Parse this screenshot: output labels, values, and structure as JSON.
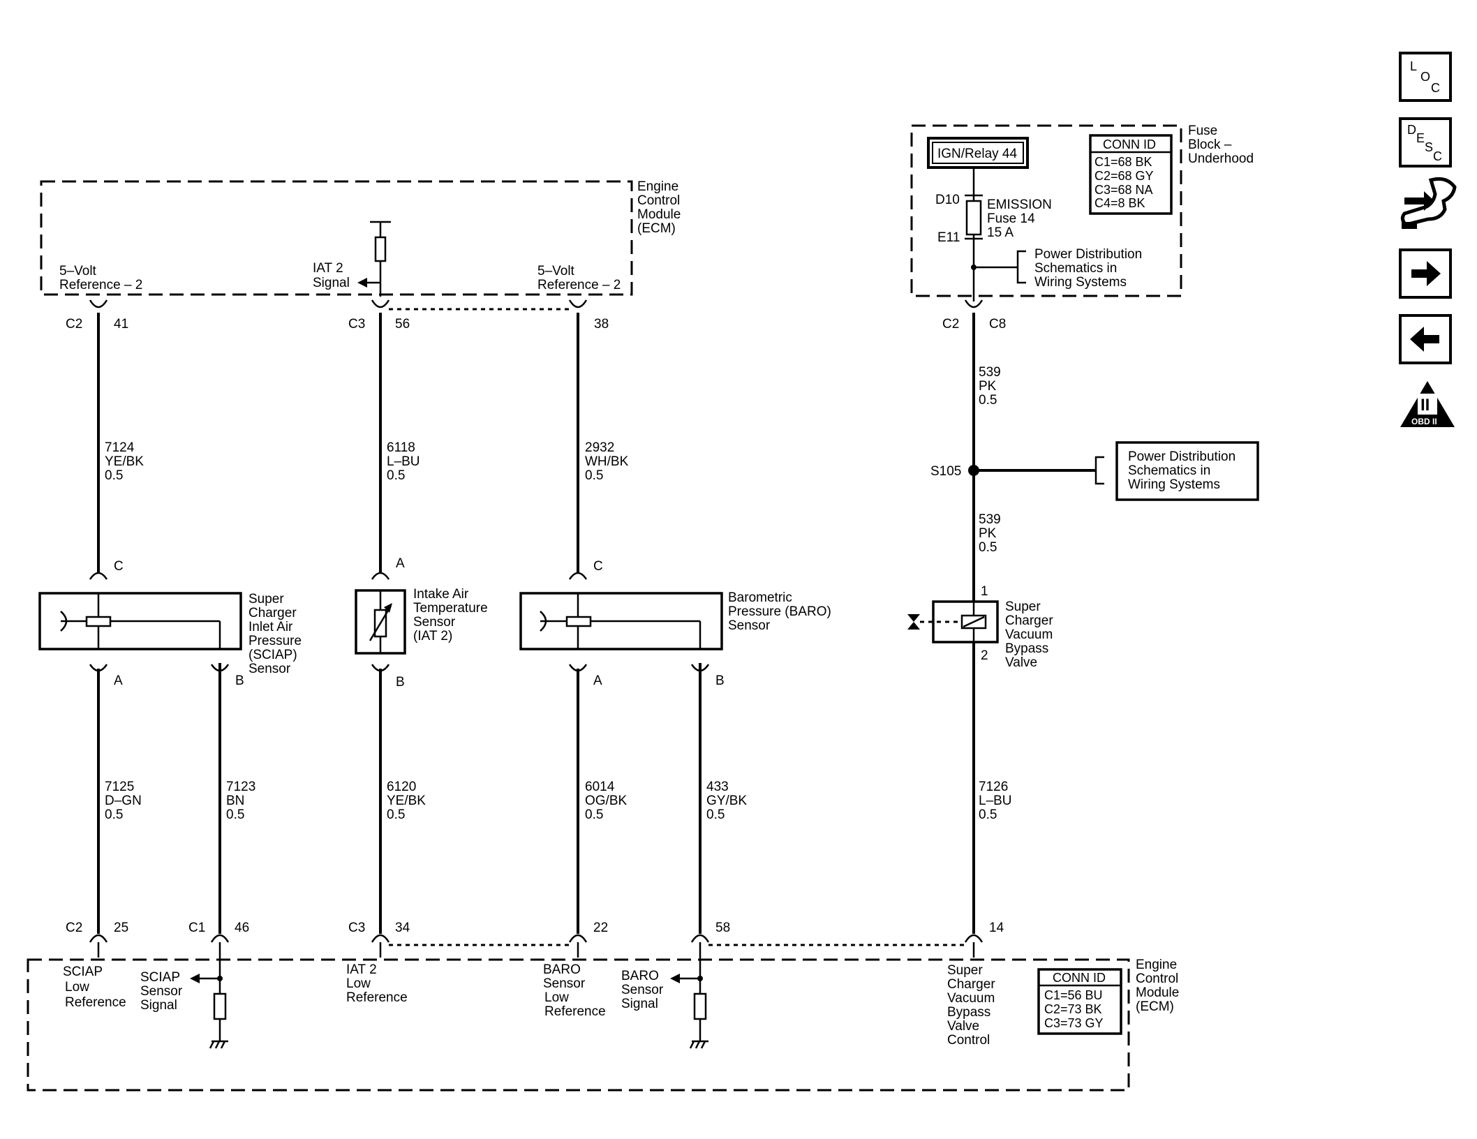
{
  "ecm_top": {
    "title": [
      "Engine",
      "Control",
      "Module",
      "(ECM)"
    ]
  },
  "ecm_bottom": {
    "title": [
      "Engine",
      "Control",
      "Module",
      "(ECM)"
    ]
  },
  "fuse_block": {
    "title": [
      "Fuse",
      "Block –",
      "Underhood"
    ]
  },
  "ign_relay": "IGN/Relay 44",
  "conn_id_top": {
    "header": "CONN ID",
    "rows": [
      "C1=68 BK",
      "C2=68 GY",
      "C3=68 NA",
      "C4=8 BK"
    ]
  },
  "conn_id_bottom": {
    "header": "CONN ID",
    "rows": [
      "C1=56 BU",
      "C2=73 BK",
      "C3=73 GY"
    ]
  },
  "fuse": {
    "pin_top": "D10",
    "pin_bottom": "E11",
    "label": [
      "EMISSION",
      "Fuse 14",
      "15 A"
    ]
  },
  "power_dist_upper": [
    "Power Distribution",
    "Schematics in",
    "Wiring Systems"
  ],
  "power_dist_lower": [
    "Power Distribution",
    "Schematics in",
    "Wiring Systems"
  ],
  "splice": "S105",
  "top_labels": {
    "ref1": [
      "5–Volt",
      "Reference – 2"
    ],
    "iat2_signal": [
      "IAT 2",
      "Signal"
    ],
    "ref2": [
      "5–Volt",
      "Reference – 2"
    ]
  },
  "top_pins": [
    {
      "conn": "C2",
      "pin": "41"
    },
    {
      "conn": "C3",
      "pin": "56"
    },
    {
      "conn": "",
      "pin": "38"
    },
    {
      "conn": "C2",
      "pin": "C8"
    }
  ],
  "top_wires": [
    {
      "circuit": "7124",
      "color": "YE/BK",
      "gauge": "0.5"
    },
    {
      "circuit": "6118",
      "color": "L–BU",
      "gauge": "0.5"
    },
    {
      "circuit": "2932",
      "color": "WH/BK",
      "gauge": "0.5"
    },
    {
      "circuit": "539",
      "color": "PK",
      "gauge": "0.5"
    },
    {
      "circuit": "539",
      "color": "PK",
      "gauge": "0.5"
    }
  ],
  "components": {
    "sciap": [
      "Super",
      "Charger",
      "Inlet Air",
      "Pressure",
      "(SCIAP)",
      "Sensor"
    ],
    "iat2": [
      "Intake Air",
      "Temperature",
      "Sensor",
      "(IAT 2)"
    ],
    "baro": [
      "Barometric",
      "Pressure (BARO)",
      "Sensor"
    ],
    "valve": [
      "Super",
      "Charger",
      "Vacuum",
      "Bypass",
      "Valve"
    ]
  },
  "component_pins": {
    "sciap_top": "C",
    "sciap_a": "A",
    "sciap_b": "B",
    "iat_top": "A",
    "iat_bottom": "B",
    "baro_top": "C",
    "baro_a": "A",
    "baro_b": "B",
    "valve_top": "1",
    "valve_bottom": "2"
  },
  "bottom_wires": [
    {
      "circuit": "7125",
      "color": "D–GN",
      "gauge": "0.5"
    },
    {
      "circuit": "7123",
      "color": "BN",
      "gauge": "0.5"
    },
    {
      "circuit": "6120",
      "color": "YE/BK",
      "gauge": "0.5"
    },
    {
      "circuit": "6014",
      "color": "OG/BK",
      "gauge": "0.5"
    },
    {
      "circuit": "433",
      "color": "GY/BK",
      "gauge": "0.5"
    },
    {
      "circuit": "7126",
      "color": "L–BU",
      "gauge": "0.5"
    }
  ],
  "bottom_pins": [
    {
      "conn": "C2",
      "pin": "25"
    },
    {
      "conn": "C1",
      "pin": "46"
    },
    {
      "conn": "C3",
      "pin": "34"
    },
    {
      "conn": "",
      "pin": "22"
    },
    {
      "conn": "",
      "pin": "58"
    },
    {
      "conn": "",
      "pin": "14"
    }
  ],
  "bottom_labels": {
    "sciap_low": [
      "SCIAP",
      "Low",
      "Reference"
    ],
    "sciap_signal": [
      "SCIAP",
      "Sensor",
      "Signal"
    ],
    "iat_low": [
      "IAT 2",
      "Low",
      "Reference"
    ],
    "baro_low": [
      "BARO",
      "Sensor",
      "Low",
      "Reference"
    ],
    "baro_signal": [
      "BARO",
      "Sensor",
      "Signal"
    ],
    "valve_control": [
      "Super",
      "Charger",
      "Vacuum",
      "Bypass",
      "Valve",
      "Control"
    ]
  },
  "nav": {
    "loc": [
      "L",
      "O",
      "C"
    ],
    "desc": [
      "D",
      "E",
      "S",
      "C"
    ],
    "obd": "OBD II",
    "obd_numeral": "II"
  }
}
